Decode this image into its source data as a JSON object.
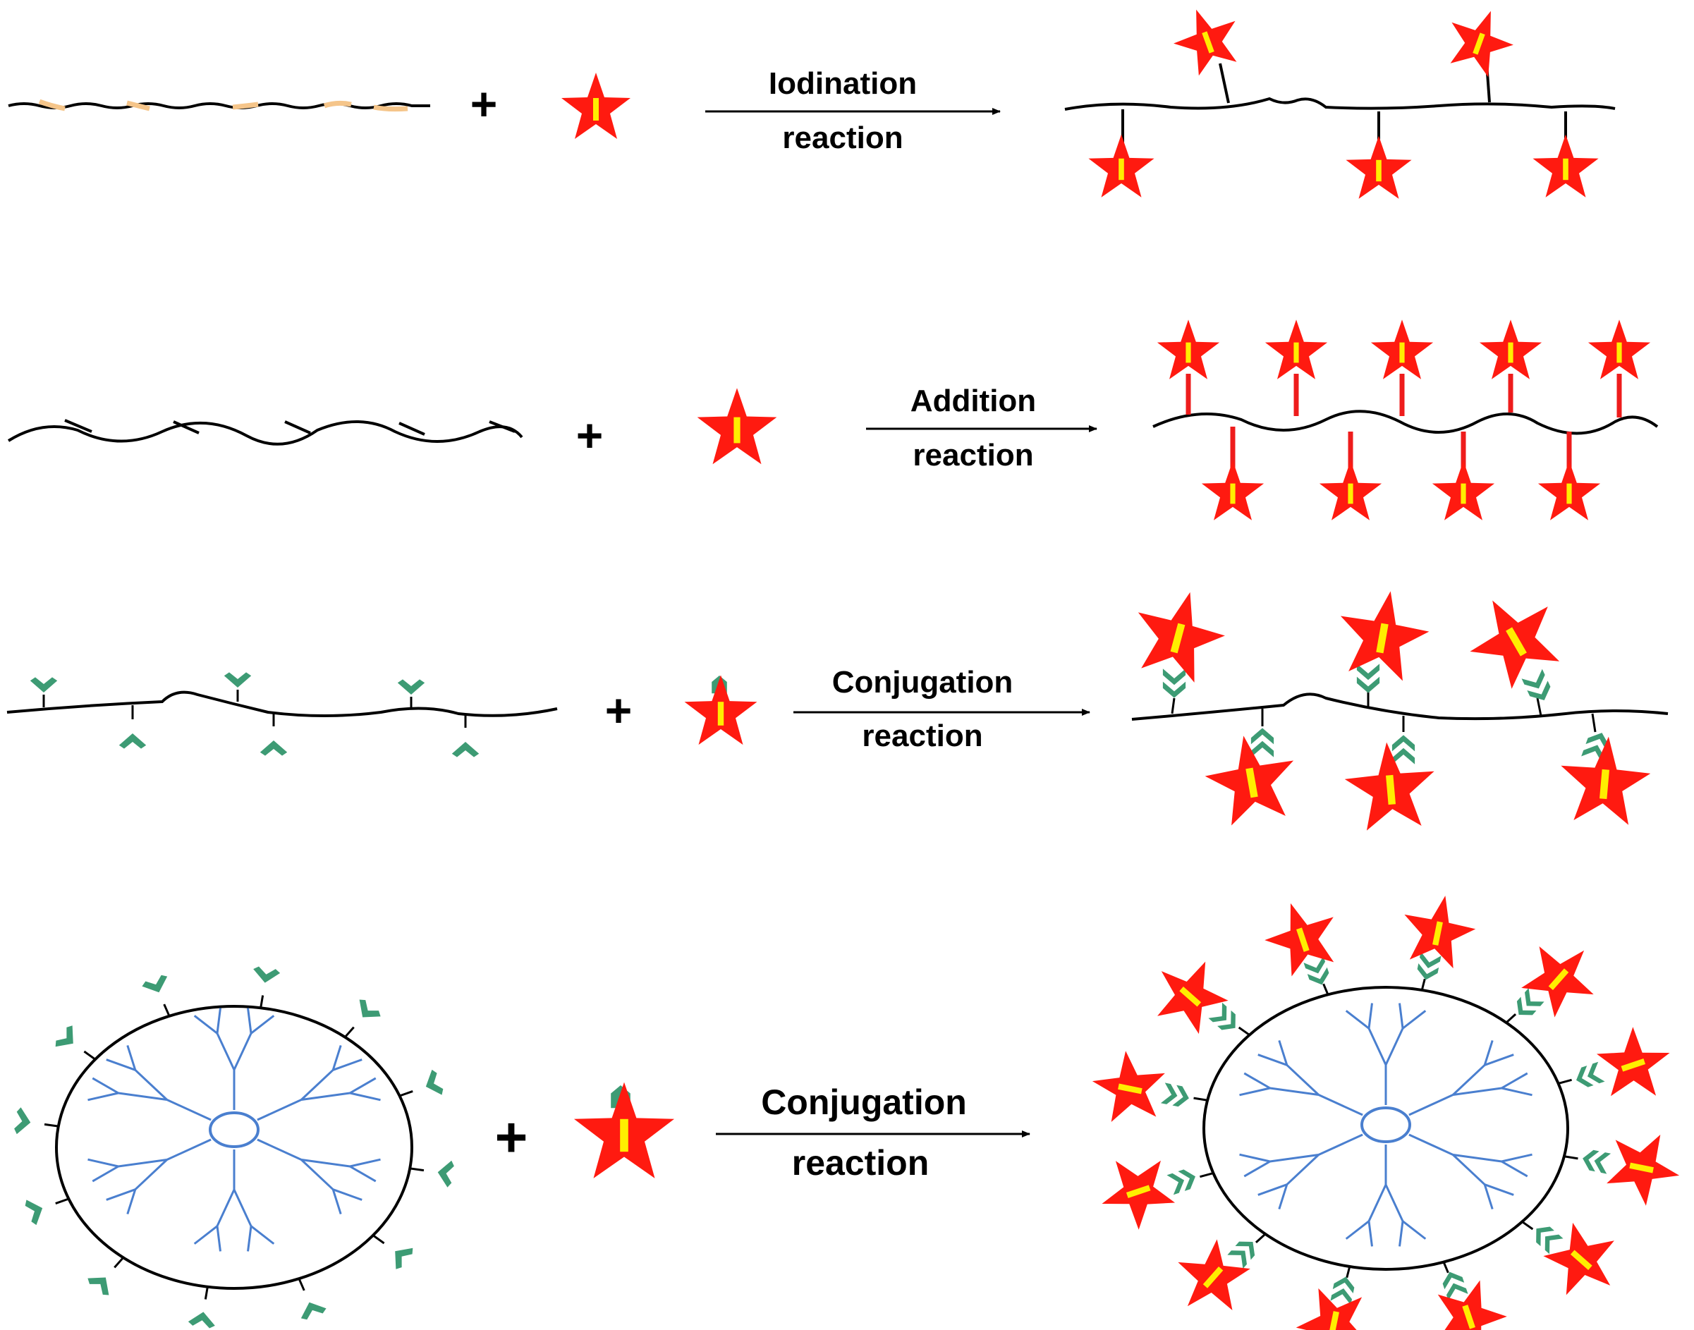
{
  "rows": [
    {
      "id": "iodination",
      "arrow_line1": "Iodination",
      "arrow_line2": "reaction",
      "plus": "+"
    },
    {
      "id": "addition",
      "arrow_line1": "Addition",
      "arrow_line2": "reaction",
      "plus": "+"
    },
    {
      "id": "conjugation-linear",
      "arrow_line1": "Conjugation",
      "arrow_line2": "reaction",
      "plus": "+"
    },
    {
      "id": "conjugation-dendrimer",
      "arrow_line1": "Conjugation",
      "arrow_line2": "reaction",
      "plus": "+"
    }
  ],
  "colors": {
    "star": "#ff1a10",
    "iodine_bar": "#ffee00",
    "ligand": "#3d9b74",
    "chain": "#000000",
    "iodinatable_segment": "#f5c58a",
    "linker_red": "#ee1c1c",
    "dendrimer": "#4a7fcf"
  },
  "icons": [
    "iodine-star-icon",
    "ligand-icon",
    "plus-icon",
    "arrow-icon",
    "dendrimer-icon"
  ]
}
